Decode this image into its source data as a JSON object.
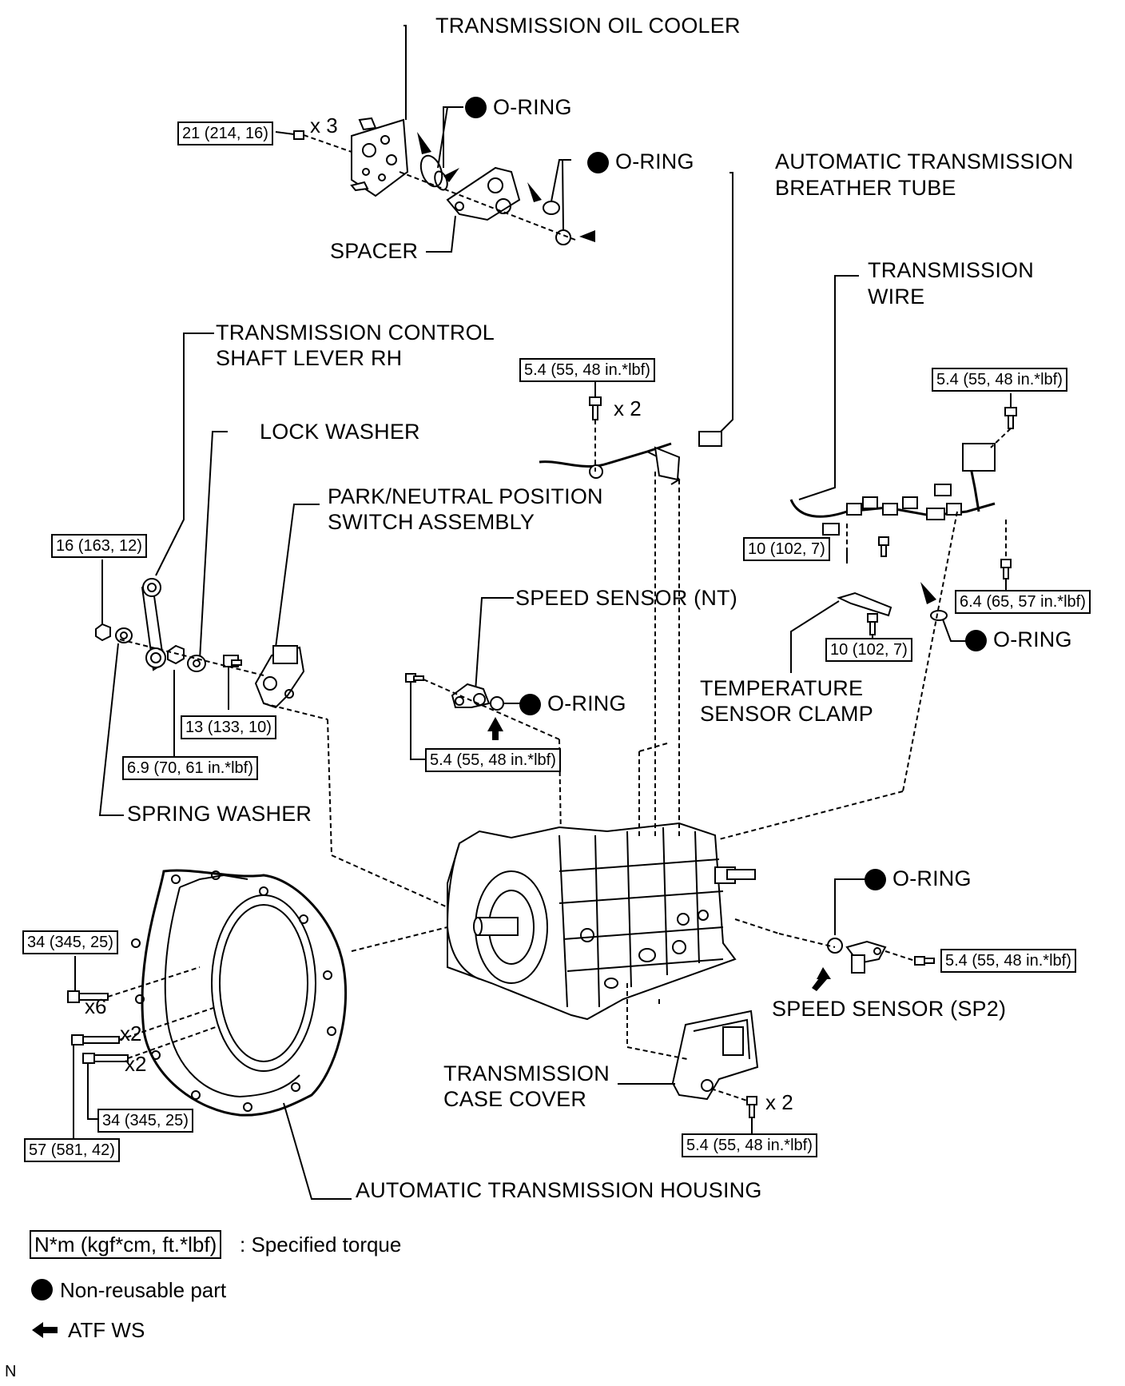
{
  "labels": {
    "oil_cooler": "TRANSMISSION OIL COOLER",
    "oring_1": "O-RING",
    "oring_2": "O-RING",
    "spacer": "SPACER",
    "breather_1": "AUTOMATIC TRANSMISSION",
    "breather_2": "BREATHER TUBE",
    "wire_1": "TRANSMISSION",
    "wire_2": "WIRE",
    "shaft_lever_1": "TRANSMISSION CONTROL",
    "shaft_lever_2": "SHAFT LEVER RH",
    "lock_washer": "LOCK WASHER",
    "park_switch_1": "PARK/NEUTRAL POSITION",
    "park_switch_2": "SWITCH ASSEMBLY",
    "speed_sensor_nt": "SPEED SENSOR (NT)",
    "oring_nt": "O-RING",
    "oring_wire": "O-RING",
    "temp_clamp_1": "TEMPERATURE",
    "temp_clamp_2": "SENSOR CLAMP",
    "spring_washer": "SPRING WASHER",
    "oring_sp2": "O-RING",
    "speed_sensor_sp2": "SPEED SENSOR (SP2)",
    "case_cover_1": "TRANSMISSION",
    "case_cover_2": "CASE COVER",
    "housing": "AUTOMATIC TRANSMISSION HOUSING"
  },
  "torques": {
    "oil_cooler": "21 (214, 16)",
    "breather": "5.4 (55, 48 in.*lbf)",
    "wire_connector": "5.4 (55, 48 in.*lbf)",
    "shaft_lever_nut": "16 (163, 12)",
    "wire_bolt": "10 (102, 7)",
    "wire_bracket_bolt": "6.4 (65, 57 in.*lbf)",
    "temp_clamp": "10 (102, 7)",
    "switch_bolt": "13 (133, 10)",
    "switch_nut": "6.9 (70, 61 in.*lbf)",
    "speed_sensor_nt": "5.4 (55, 48 in.*lbf)",
    "housing_x6": "34 (345, 25)",
    "speed_sensor_sp2": "5.4 (55, 48 in.*lbf)",
    "housing_x2_a": "34 (345, 25)",
    "housing_x2_b": "57 (581, 42)",
    "case_cover": "5.4 (55, 48 in.*lbf)"
  },
  "quantities": {
    "oil_cooler": "x 3",
    "breather": "x 2",
    "housing_x6": "x6",
    "housing_x2_a": "x2",
    "housing_x2_b": "x2",
    "case_cover": "x 2"
  },
  "legend": {
    "torque_box": "N*m (kgf*cm, ft.*lbf)",
    "torque_text": ": Specified torque",
    "nonreusable": "Non-reusable part",
    "atf": "ATF WS"
  },
  "corner_mark": "N"
}
